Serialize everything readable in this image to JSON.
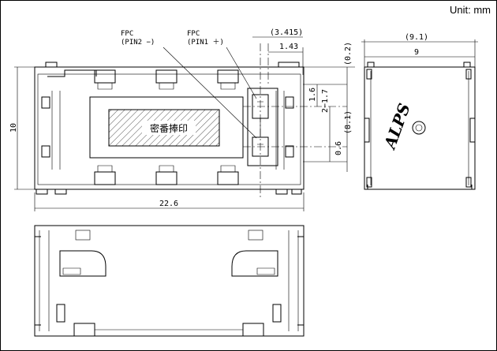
{
  "unit_label": "Unit: mm",
  "callouts": {
    "fpc_left": [
      "FPC",
      "(PIN2 −)"
    ],
    "fpc_right": [
      "FPC",
      "(PIN1 ＋)"
    ],
    "seal_text": "密番捧印",
    "brand": "ALPS"
  },
  "dimensions": {
    "d_3415": "(3.415)",
    "d_143": "1.43",
    "d_16": "1.6",
    "d_2_17": "2−1.7",
    "d_06": "0.6",
    "d_81": "(8.1)",
    "d_02": "(0.2)",
    "d_91": "(9.1)",
    "d_9": "9",
    "d_10": "10",
    "d_226": "22.6"
  }
}
